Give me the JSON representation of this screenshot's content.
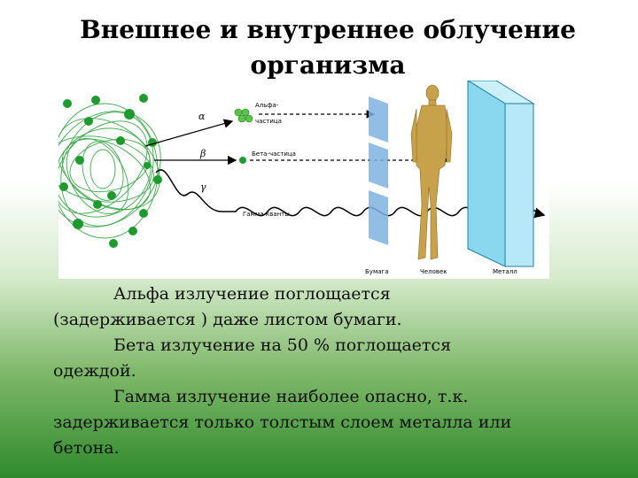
{
  "slide": {
    "title_line1": "Внешнее и внутреннее облучение",
    "title_line2": "организма"
  },
  "figure": {
    "labels": {
      "alpha_symbol": "α",
      "beta_symbol": "β",
      "gamma_symbol": "γ",
      "alpha_particle_line1": "Альфа-",
      "alpha_particle_line2": "частица",
      "beta_particle": "Бета-частица",
      "gamma_quanta": "Гамма-кванты",
      "paper": "Бумага",
      "human": "Человек",
      "metal": "Металл"
    },
    "colors": {
      "source_green": "#1f9a2e",
      "paper_blue": "#7fb2e0",
      "metal_cyan": "#8ad8f0",
      "human_tan": "#c8a24a"
    }
  },
  "text": {
    "lines": [
      "Альфа излучение поглощается",
      "(задерживается ) даже листом бумаги.",
      "Бета излучение на 50 % поглощается",
      "одеждой.",
      "Гамма излучение наиболее опасно, т.к.",
      "задерживается только толстым слоем металла или",
      "бетона."
    ]
  }
}
